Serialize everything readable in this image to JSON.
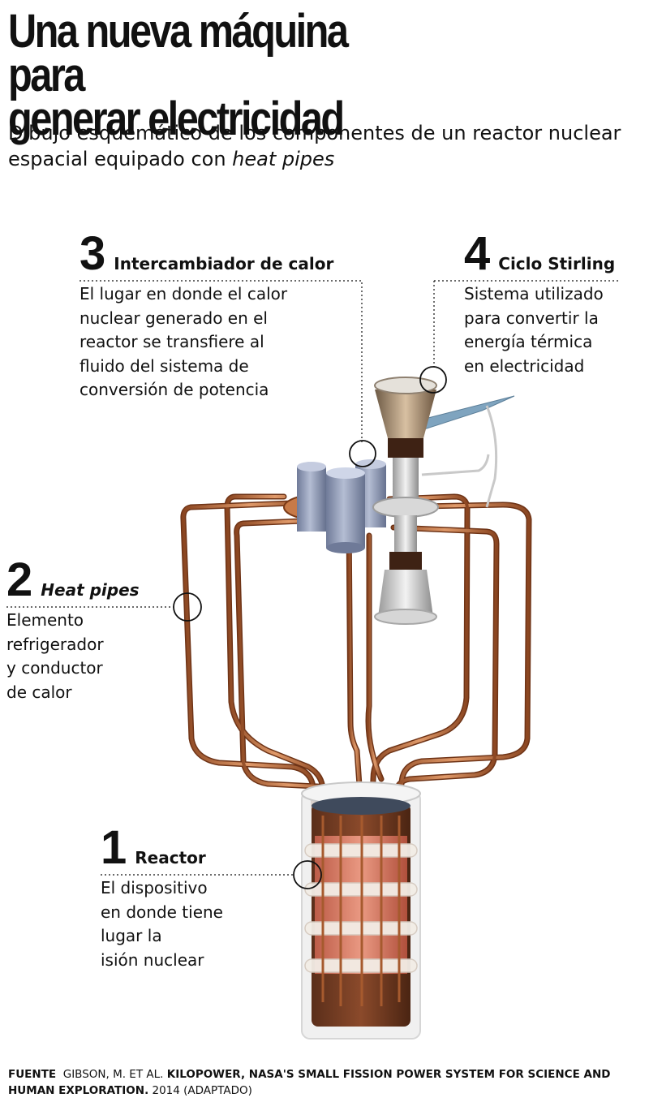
{
  "title_line1": "Una nueva máquina para",
  "title_line2": "generar electricidad",
  "subtitle_main": "Dibujo esquemático de los componentes de un reactor nuclear espacial equipado con ",
  "subtitle_em": "heat pipes",
  "components": [
    {
      "number": "3",
      "label": "Intercambiador de calor",
      "lines": [
        "El lugar en donde el calor",
        "nuclear generado en el",
        "reactor se transfiere al",
        "fluido del sistema de",
        "conversión de potencia"
      ]
    },
    {
      "number": "4",
      "label": "Ciclo Stirling",
      "lines": [
        "Sistema utilizado",
        "para convertir la",
        "energía térmica",
        "en electricidad"
      ]
    },
    {
      "number": "2",
      "label": "Heat pipes",
      "lines": [
        "Elemento",
        "refrigerador",
        "y conductor",
        "de calor"
      ]
    },
    {
      "number": "1",
      "label": "Reactor",
      "lines": [
        "El dispositivo",
        "en donde tiene",
        "lugar la",
        "isión nuclear"
      ]
    }
  ],
  "source": {
    "prefix": "FUENTE",
    "authors": "Gibson, M. et al.",
    "work": "Kilopower, NASA's Small Fission Power System for Science and Human Exploration.",
    "year": "2014 (adaptado)"
  },
  "colors": {
    "copper": "#b8683a",
    "copper_dark": "#7a3a17",
    "fuel": "#e4806a",
    "cylinder": "#8d99b8",
    "panel": "#7fa4bf"
  }
}
